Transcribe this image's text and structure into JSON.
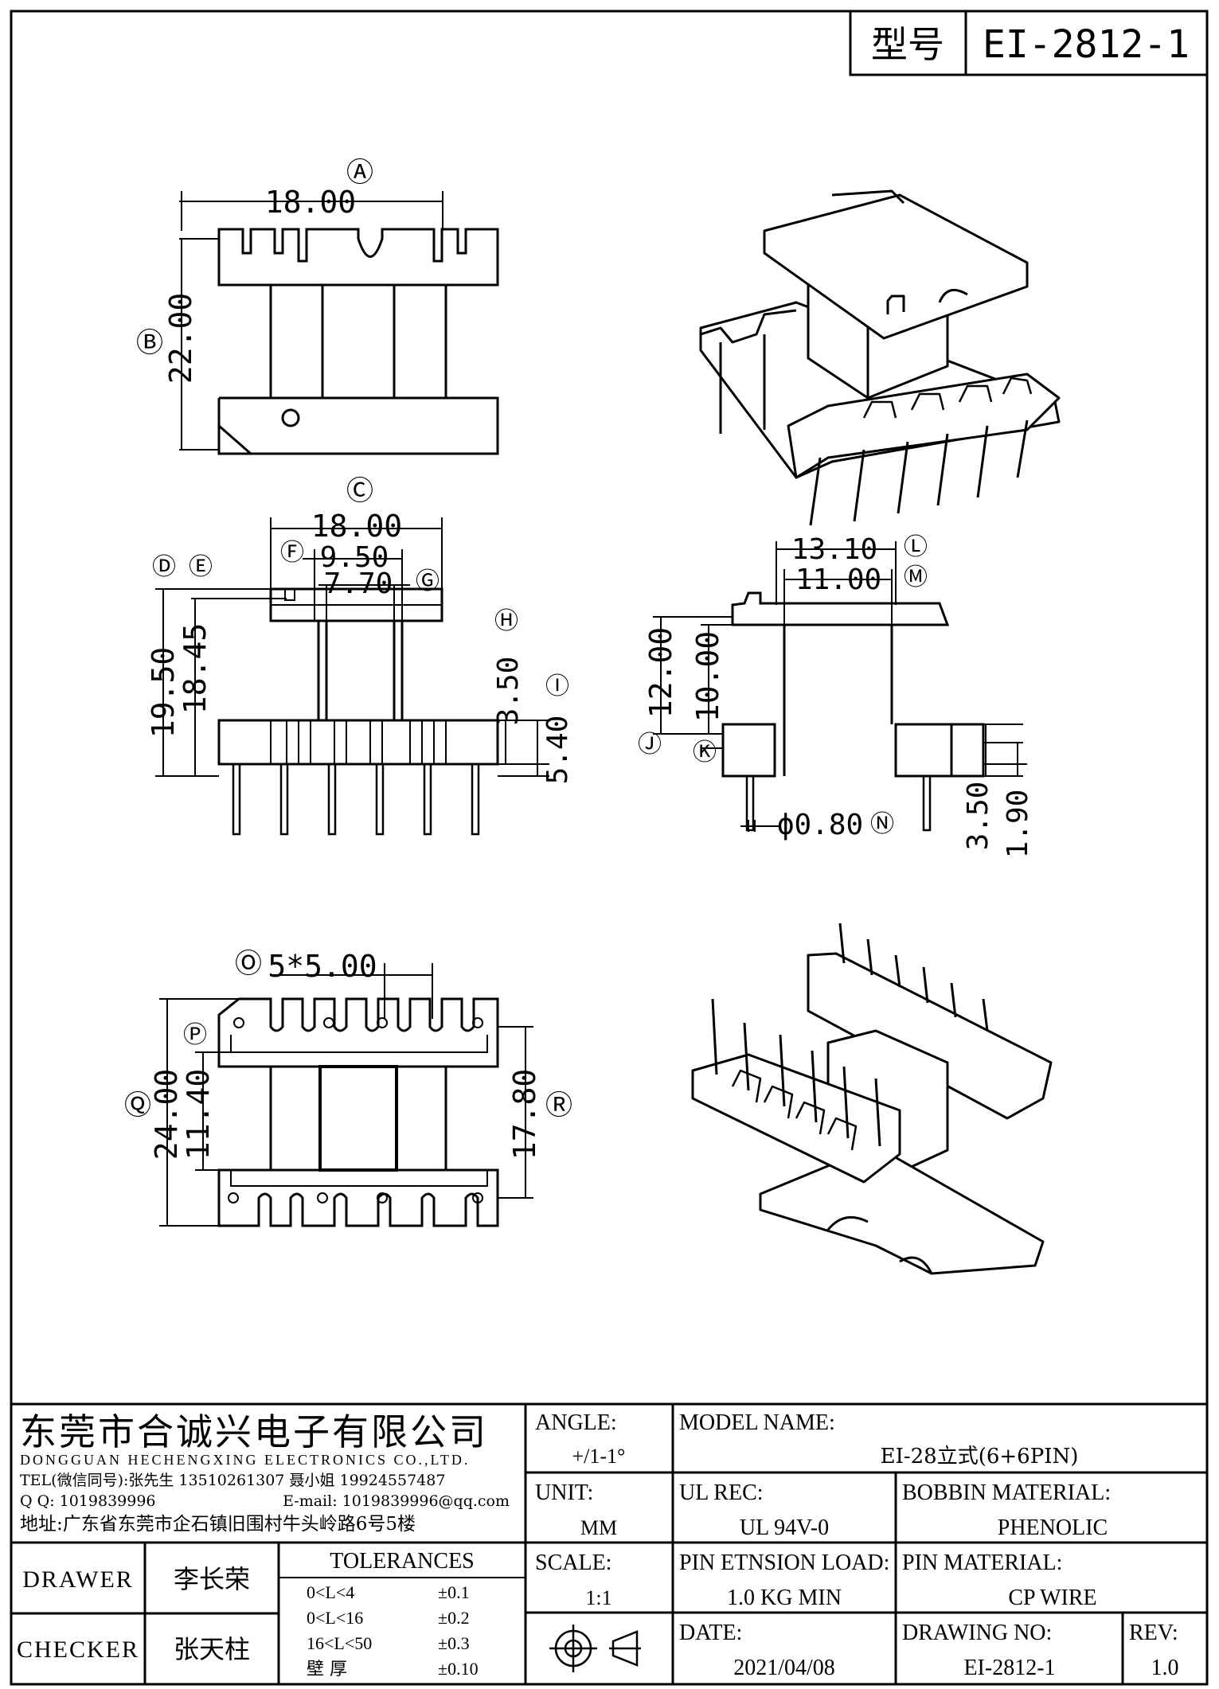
{
  "header": {
    "label": "型号",
    "model": "EI-2812-1"
  },
  "dims": {
    "A": "Ⓐ",
    "A_val": "18.00",
    "B": "Ⓑ",
    "B_val": "22.00",
    "C": "Ⓒ",
    "C_val": "18.00",
    "D": "Ⓓ",
    "E": "Ⓔ",
    "F": "Ⓕ",
    "F_val": "9.50",
    "G": "Ⓖ",
    "G_val": "7.70",
    "H": "Ⓗ",
    "H_val": "3.50",
    "I": "Ⓘ",
    "I_val": "5.40",
    "DE_v1": "19.50",
    "DE_v2": "18.45",
    "L": "Ⓛ",
    "L_val": "13.10",
    "M": "Ⓜ",
    "M_val": "11.00",
    "J": "Ⓙ",
    "J_val": "12.00",
    "K": "Ⓚ",
    "K_val": "10.00",
    "N": "Ⓝ",
    "N_val": "ϕ0.80",
    "side_v1": "3.50",
    "side_v2": "1.90",
    "O": "Ⓞ",
    "O_val": "5*5.00",
    "P": "Ⓟ",
    "Q": "Ⓠ",
    "R": "Ⓡ",
    "Q_v1": "24.00",
    "Q_v2": "11.40",
    "R_val": "17.80"
  },
  "company": {
    "name_cn": "东莞市合诚兴电子有限公司",
    "name_en": "DONGGUAN HECHENGXING ELECTRONICS CO.,LTD.",
    "tel": "TEL(微信同号):张先生 13510261307 聂小姐 19924557487",
    "qq": "Q Q: 1019839996",
    "email": "E-mail: 1019839996@qq.com",
    "address": "地址:广东省东莞市企石镇旧围村牛头岭路6号5楼"
  },
  "title_block": {
    "angle_label": "ANGLE:",
    "angle_value": "+/1-1°",
    "model_label": "MODEL NAME:",
    "model_value": "EI-28立式(6+6PIN)",
    "unit_label": "UNIT:",
    "unit_value": "MM",
    "ul_label": "UL REC:",
    "ul_value": "UL 94V-0",
    "bobbin_label": "BOBBIN MATERIAL:",
    "bobbin_value": "PHENOLIC",
    "scale_label": "SCALE:",
    "scale_value": "1:1",
    "pin_load_label": "PIN ETNSION LOAD:",
    "pin_load_value": "1.0 KG MIN",
    "pin_mat_label": "PIN MATERIAL:",
    "pin_mat_value": "CP WIRE",
    "date_label": "DATE:",
    "date_value": "2021/04/08",
    "dwg_label": "DRAWING NO:",
    "dwg_value": "EI-2812-1",
    "rev_label": "REV:",
    "rev_value": "1.0",
    "drawer_label": "DRAWER",
    "drawer_name": "李长荣",
    "checker_label": "CHECKER",
    "checker_name": "张天柱",
    "tol_title": "TOLERANCES",
    "tolerances": [
      {
        "range": "0<L<4",
        "val": "±0.1"
      },
      {
        "range": "0<L<16",
        "val": "±0.2"
      },
      {
        "range": "16<L<50",
        "val": "±0.3"
      },
      {
        "range": "壁  厚",
        "val": "±0.10"
      }
    ]
  }
}
